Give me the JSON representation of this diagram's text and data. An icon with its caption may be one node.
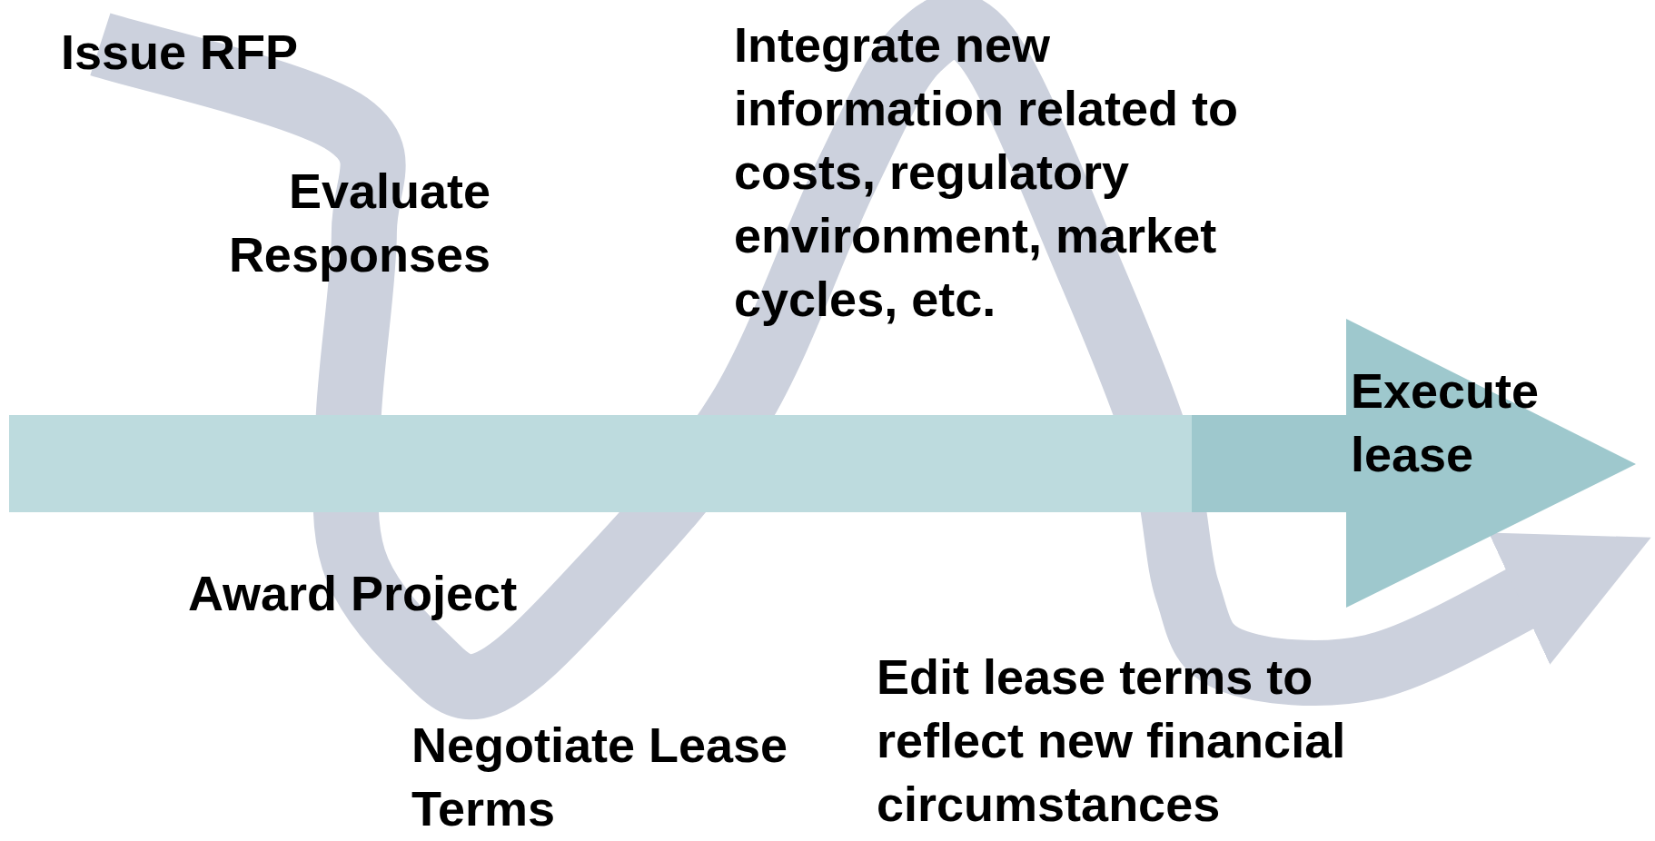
{
  "diagram": {
    "nodes": [
      {
        "text": [
          "Execute lease"
        ]
      }
    ],
    "labels": [
      "Issue RFP",
      "Evaluate Responses",
      "Integrate new information related to costs, regulatory environment, market cycles, etc.",
      "Award Project",
      "Edit lease terms to reflect new financial circumstances",
      "Negotiate Lease Terms"
    ]
  }
}
